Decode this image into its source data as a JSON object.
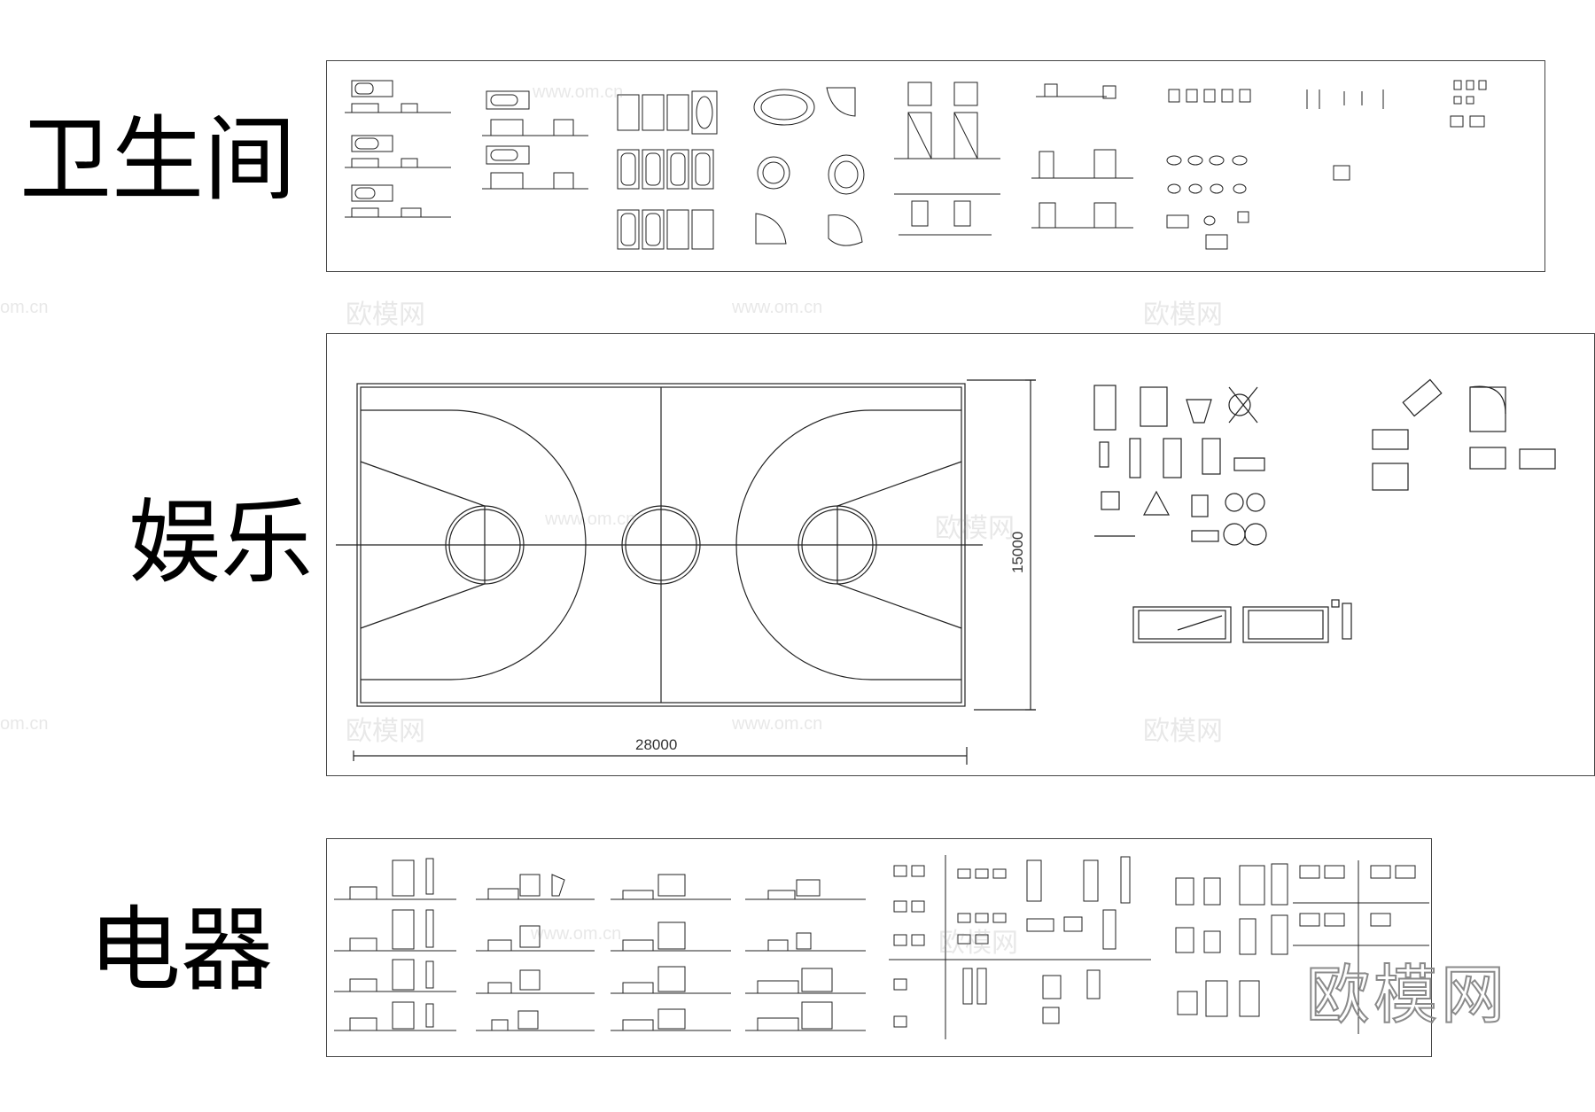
{
  "sections": {
    "bathroom": {
      "label": "卫生间"
    },
    "entertainment": {
      "label": "娱乐"
    },
    "appliances": {
      "label": "电器"
    }
  },
  "court": {
    "length_dim": "28000",
    "width_dim": "15000"
  },
  "watermarks": {
    "logo": "欧模网",
    "url": "www.om.cn",
    "url_short": "om.cn"
  }
}
